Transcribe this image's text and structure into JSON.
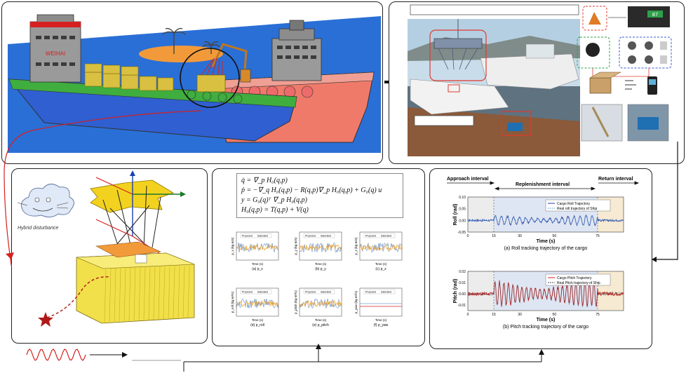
{
  "panels": {
    "ship": "ship-scene-panel",
    "experiment": "experiment-photo-panel",
    "platform": "stewart-platform-panel",
    "model": "dynamics-model-panel",
    "tracking": "tracking-results-panel"
  },
  "ship_scene": {
    "ship_name": "WEIHAI",
    "colors": {
      "sea": "#2a6fd6",
      "sand": "#f29a3a",
      "hull_left_bottom": "#2f5fd0",
      "hull_left_top": "#3fae3f",
      "hull_right": "#f07a6a",
      "deck_house": "#9a9a9a",
      "cargo": "#d9c040"
    }
  },
  "experiment": {
    "caption_box_top": "",
    "caption_box_bottom": "",
    "highlight_color": "#e03a2f"
  },
  "platform": {
    "cloud_label": "Hybrid disturbance"
  },
  "model": {
    "equation_lines": [
      "q̇ = ∇_p H₀(q,p)",
      "ṗ = −∇_q H₀(q,p) − R(q,p)∇_p H₀(q,p) + G₀(q) u",
      "y = G₀(q)ᵀ ∇_p H₀(q,p)",
      "H₀(q,p) = T(q,p) + V(q)"
    ],
    "small_plots": [
      {
        "caption": "(a) p_x",
        "ylabel": "p_x (kg·m/s)",
        "xlabel": "Time (s)",
        "legend": [
          "Proposed",
          "Saturated"
        ]
      },
      {
        "caption": "(b) p_y",
        "ylabel": "p_y (kg·m/s)",
        "xlabel": "Time (s)",
        "legend": [
          "Proposed",
          "Saturated"
        ]
      },
      {
        "caption": "(c) p_z",
        "ylabel": "p_z (kg·m/s)",
        "xlabel": "Time (s)",
        "legend": [
          "Proposed",
          "Saturated"
        ]
      },
      {
        "caption": "(d) p_roll",
        "ylabel": "p_roll (kg·m²/s)",
        "xlabel": "Time (s)",
        "legend": [
          "Proposed",
          "Saturated"
        ]
      },
      {
        "caption": "(e) p_pitch",
        "ylabel": "p_pitch (kg·m²/s)",
        "xlabel": "Time (s)",
        "legend": [
          "Proposed",
          "Saturated"
        ]
      },
      {
        "caption": "(f) p_yaw",
        "ylabel": "p_yaw (kg·m²/s)",
        "xlabel": "Time (s)",
        "legend": [
          "Proposed",
          "Saturated"
        ]
      }
    ]
  },
  "tracking": {
    "interval_labels": {
      "approach": "Approach interval",
      "replenishment": "Replenishment interval",
      "return": "Return interval"
    },
    "roll_chart": {
      "ylabel": "Roll (rad)",
      "xlabel": "Time (s)",
      "ticks_y": [
        "0.10",
        "0.05",
        "0.00",
        "-0.05"
      ],
      "ticks_x": [
        "0",
        "15",
        "30",
        "50",
        "75"
      ],
      "legend": [
        "Cargo Roll Trajectory",
        "Real roll trajectory of Ship"
      ],
      "caption": "(a) Roll tracking trajectory of the cargo"
    },
    "pitch_chart": {
      "ylabel": "Pitch (rad)",
      "xlabel": "Time (s)",
      "ticks_y": [
        "0.02",
        "0.01",
        "0.00",
        "-0.01"
      ],
      "ticks_x": [
        "0",
        "15",
        "30",
        "50",
        "75"
      ],
      "legend": [
        "Cargo Pitch Trajectory",
        "Real Pitch trajectory of Ship"
      ],
      "caption": "(b) Pitch tracking trajectory of the cargo"
    }
  },
  "chart_data": [
    {
      "type": "line",
      "ylabel": "Roll (rad)",
      "xlabel": "Time (s)",
      "xlim": [
        0,
        90
      ],
      "ylim": [
        -0.05,
        0.1
      ],
      "intervals": [
        [
          0,
          15
        ],
        [
          15,
          75
        ],
        [
          75,
          90
        ]
      ],
      "series": [
        {
          "name": "Cargo Roll Trajectory",
          "color": "#2a3f9a",
          "baseline": 0.0,
          "amplitude": 0.02,
          "period_s": 3.5,
          "active_window": [
            15,
            75
          ],
          "idle_noise": 0.004
        },
        {
          "name": "Real roll trajectory of Ship",
          "color": "#6fa8dc",
          "baseline": 0.0,
          "amplitude": 0.02,
          "period_s": 3.5,
          "active_window": [
            15,
            75
          ],
          "idle_noise": 0.004
        }
      ]
    },
    {
      "type": "line",
      "ylabel": "Pitch (rad)",
      "xlabel": "Time (s)",
      "xlim": [
        0,
        90
      ],
      "ylim": [
        -0.015,
        0.02
      ],
      "intervals": [
        [
          0,
          15
        ],
        [
          15,
          75
        ],
        [
          75,
          90
        ]
      ],
      "series": [
        {
          "name": "Cargo Pitch Trajectory",
          "color": "#d62020",
          "baseline": 0.0,
          "amplitude": 0.011,
          "period_s": 2.6,
          "active_window": [
            15,
            75
          ],
          "idle_noise": 0.0015
        },
        {
          "name": "Real Pitch trajectory of Ship",
          "color": "#4a4a4a",
          "baseline": 0.0,
          "amplitude": 0.011,
          "period_s": 2.6,
          "active_window": [
            15,
            75
          ],
          "idle_noise": 0.0015
        }
      ]
    }
  ]
}
